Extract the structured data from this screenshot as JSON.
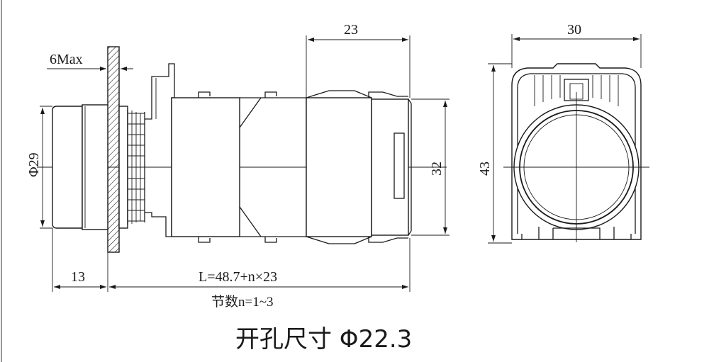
{
  "drawing": {
    "dim_top_side": "23",
    "dim_top_front": "30",
    "dim_panel": "6Max",
    "dim_diameter": "Φ29",
    "dim_height_side": "32",
    "dim_height_front": "43",
    "dim_front_length": "13",
    "dim_total_length": "L=48.7+n×23",
    "dim_sections": "节数n=1~3",
    "caption": "开孔尺寸 Φ22.3"
  },
  "colors": {
    "line": "#1a1a1a",
    "background": "#ffffff"
  }
}
